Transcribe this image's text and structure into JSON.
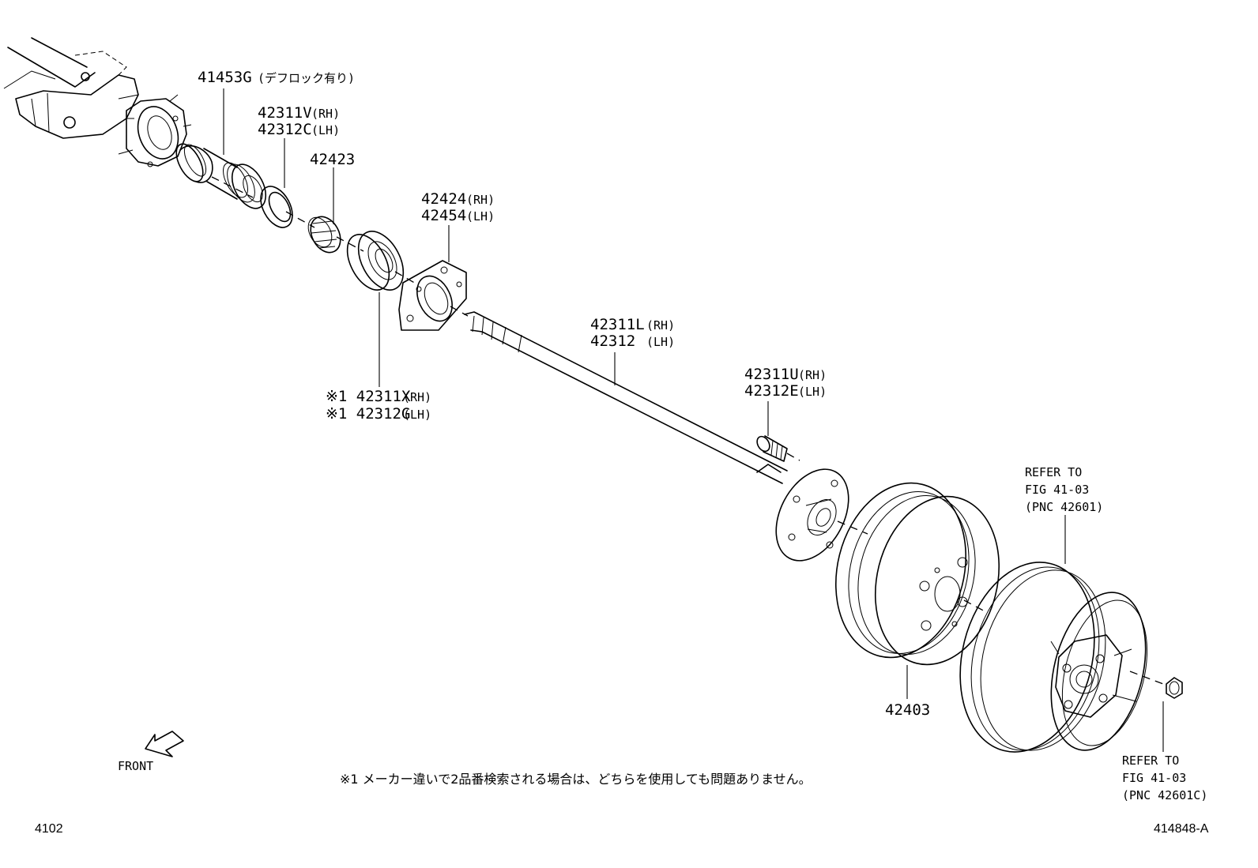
{
  "labels": {
    "p41453g": "41453G",
    "p41453g_note": "(デフロック有り)",
    "p42311v": "42311V",
    "p42312c": "42312C",
    "p42423": "42423",
    "p42424": "42424",
    "p42454": "42454",
    "p42311x": "※1 42311X",
    "p42312g": "※1 42312G",
    "p42311l": "42311L",
    "p42312": "42312",
    "p42311u": "42311U",
    "p42312e": "42312E",
    "p42403": "42403",
    "rh": "(RH)",
    "lh": "(LH)",
    "refer_wheel_1": "REFER TO",
    "refer_wheel_2": "FIG 41-03",
    "refer_wheel_3": "(PNC 42601)",
    "refer_nut_1": "REFER TO",
    "refer_nut_2": "FIG 41-03",
    "refer_nut_3": "(PNC 42601C)",
    "front": "FRONT"
  },
  "note": "※1 メーカー違いで2品番検索される場合は、どちらを使用しても問題ありません。",
  "footer": {
    "left_code": "4102",
    "right_code": "414848-A"
  }
}
